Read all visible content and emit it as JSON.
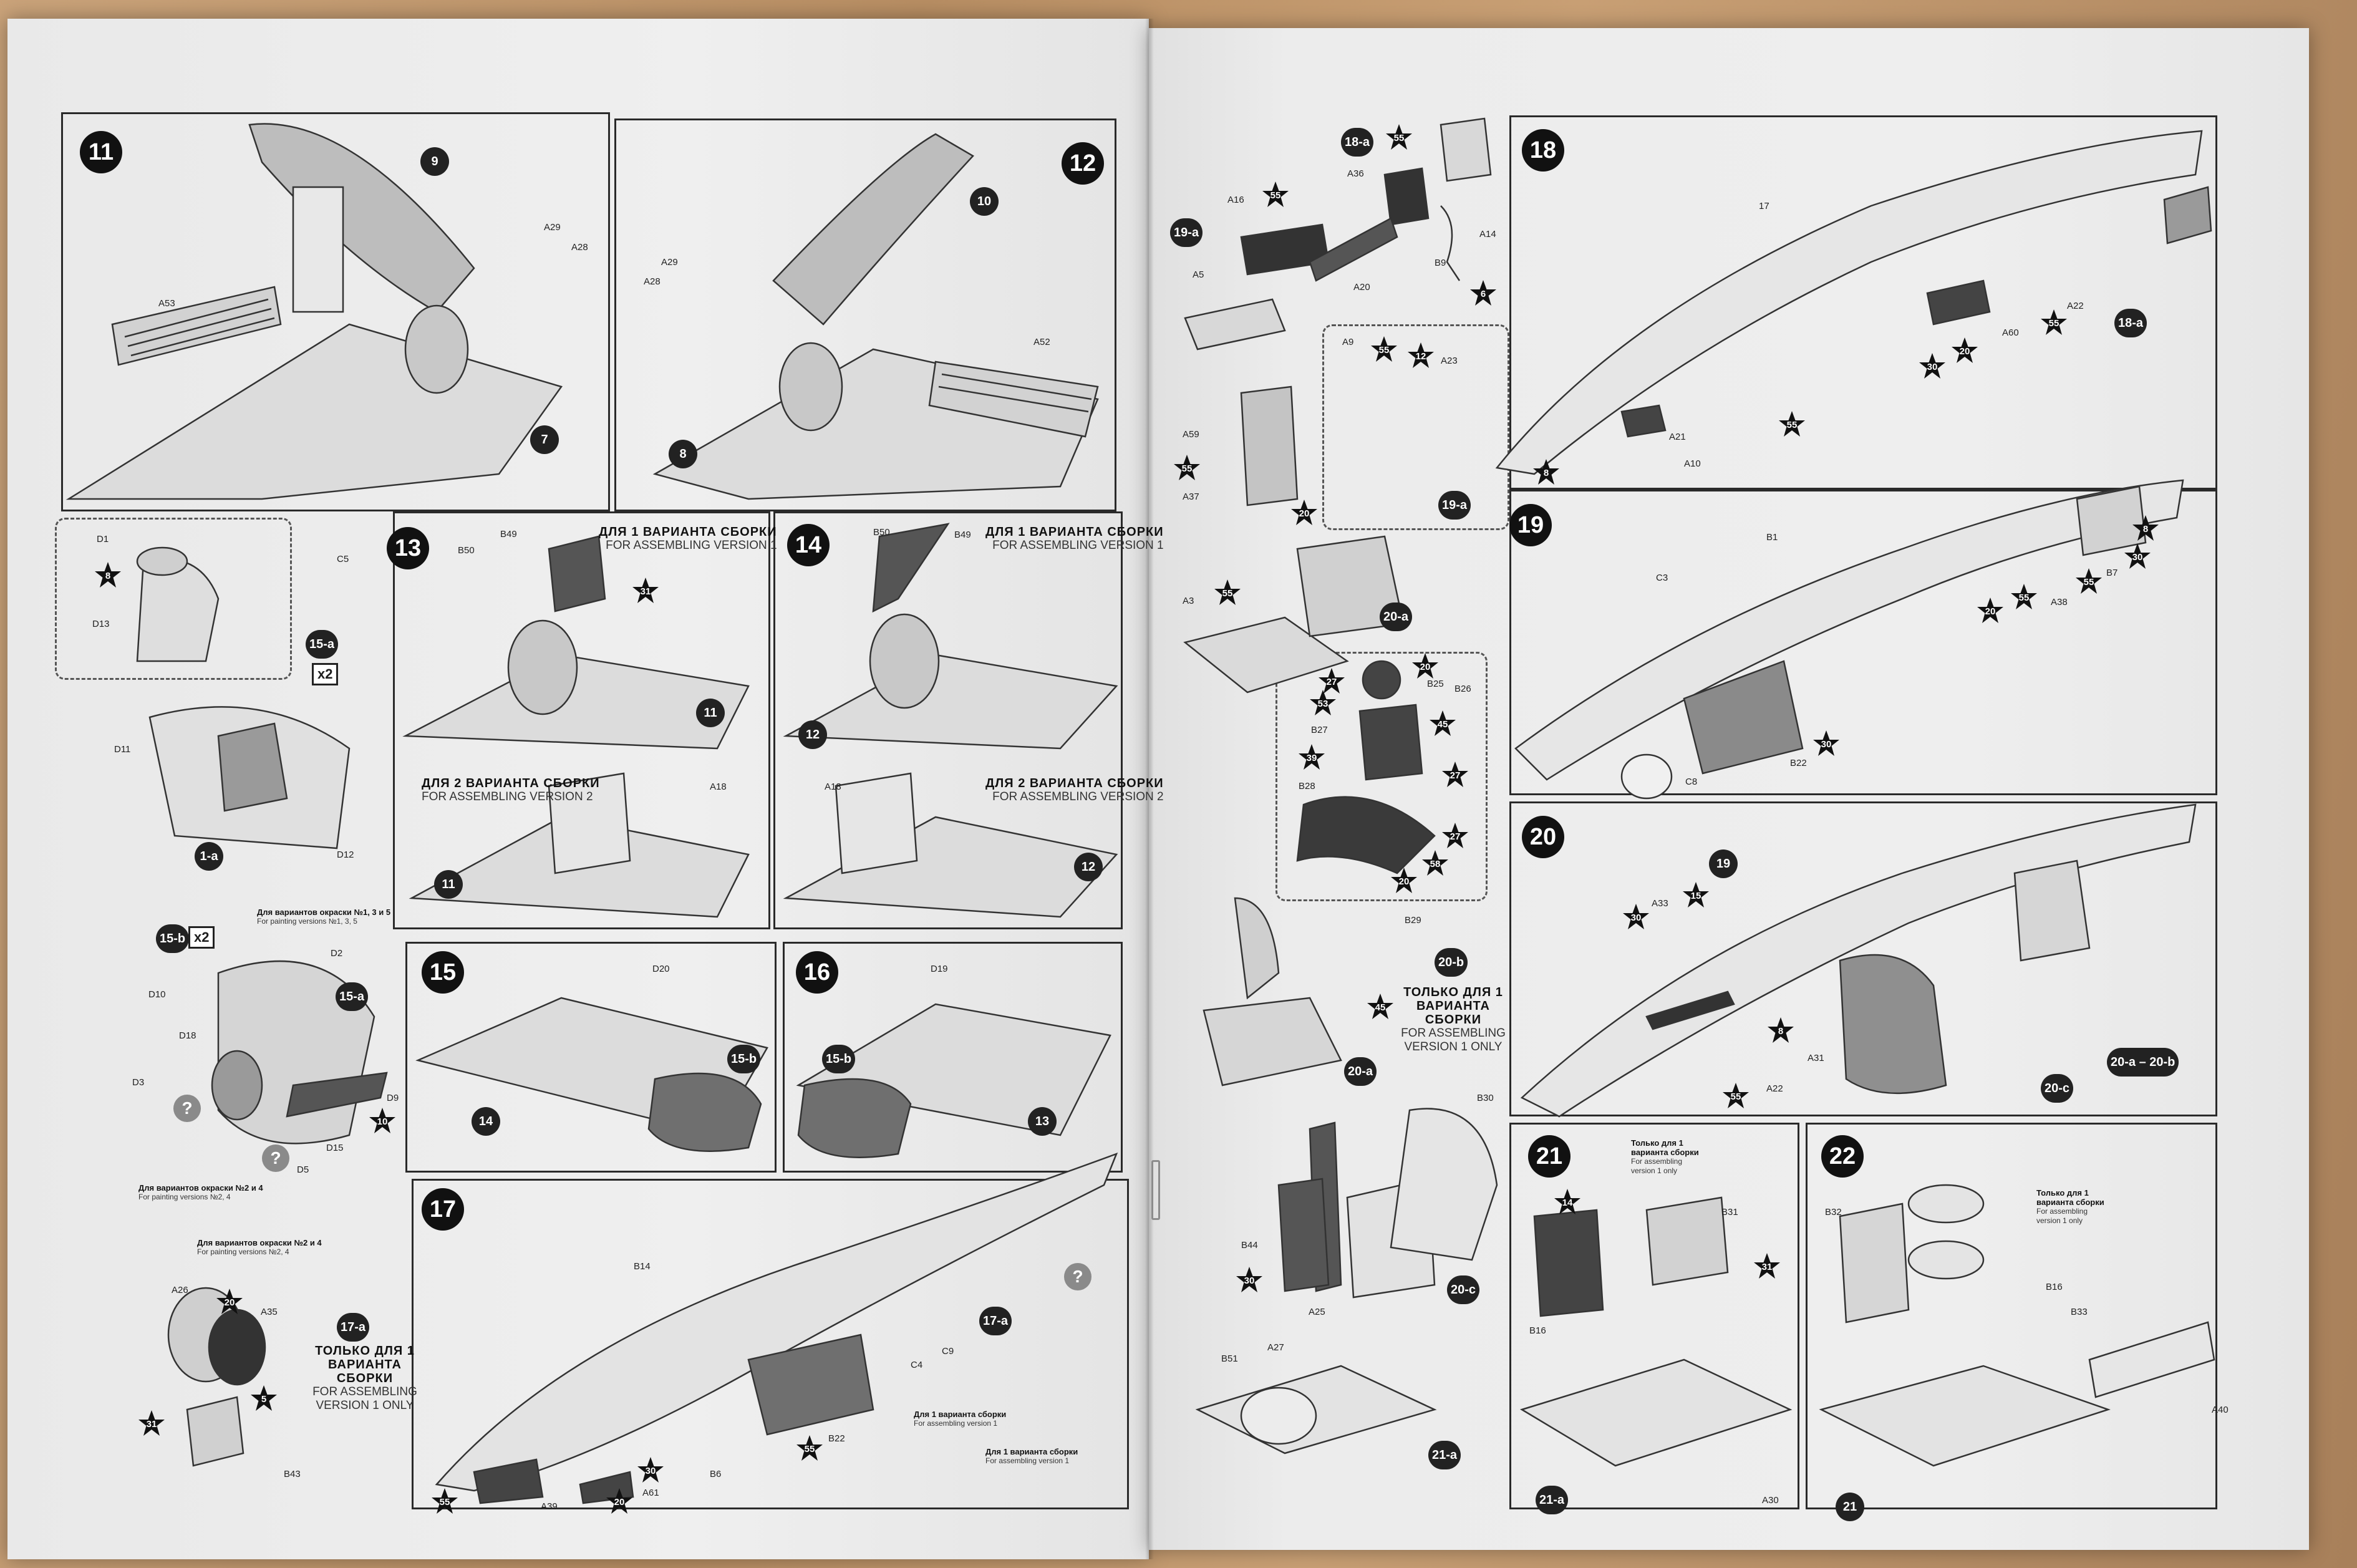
{
  "steps": {
    "s11": {
      "number": "11"
    },
    "s12": {
      "number": "12"
    },
    "s13": {
      "number": "13"
    },
    "s14": {
      "number": "14"
    },
    "s15": {
      "number": "15"
    },
    "s16": {
      "number": "16"
    },
    "s17": {
      "number": "17"
    },
    "s18": {
      "number": "18"
    },
    "s19": {
      "number": "19"
    },
    "s20": {
      "number": "20"
    },
    "s21": {
      "number": "21"
    },
    "s22": {
      "number": "22"
    }
  },
  "subassemblies": {
    "sa_15a": "15-a",
    "sa_15b": "15-b",
    "sa_1a": "1-a",
    "sa_17a": "17-a",
    "sa_17a_ref": "17-a",
    "sa_15a_ref": "15-a",
    "sa_15b_ref1": "15-b",
    "sa_15b_ref2": "15-b",
    "sa_18a": "18-a",
    "sa_18a_ref": "18-a",
    "sa_19a": "19-a",
    "sa_19a_ref": "19-a",
    "sa_20a": "20-a",
    "sa_20a_ref": "20-a",
    "sa_20b": "20-b",
    "sa_20c": "20-c",
    "sa_20c_ref": "20-c",
    "sa_20a_20b": "20-a – 20-b",
    "sa_21a": "21-a",
    "sa_21a_ref": "21-a",
    "n9": "9",
    "n7": "7",
    "n10": "10",
    "n8": "8",
    "n11a": "11",
    "n11b": "11",
    "n12a": "12",
    "n12b": "12",
    "n14": "14",
    "n13": "13",
    "n19": "19",
    "n21": "21"
  },
  "quantities": {
    "q15a": "x2",
    "q15b": "x2"
  },
  "notes": {
    "v1_ru": "ДЛЯ 1 ВАРИАНТА СБОРКИ",
    "v1_en": "FOR ASSEMBLING VERSION 1",
    "v2_ru": "ДЛЯ 2 ВАРИАНТА СБОРКИ",
    "v2_en": "FOR ASSEMBLING VERSION 2",
    "only_v1_ru": "ТОЛЬКО ДЛЯ 1 ВАРИАНТА СБОРКИ",
    "only_v1_en": "FOR ASSEMBLING VERSION 1 ONLY",
    "paint135_ru": "Для вариантов окраски №1, 3 и 5",
    "paint135_en": "For painting versions №1, 3, 5",
    "paint24_ru": "Для вариантов окраски №2 и 4",
    "paint24_en": "For painting versions №2, 4",
    "v1_small_ru": "Для 1 варианта сборки",
    "v1_small_en": "For assembling version 1",
    "only_v1_small_ru": "Только для 1 варианта сборки",
    "only_v1_small_en": "For assembling version 1 only"
  },
  "parts": {
    "p_a53": "A53",
    "p_a29a": "A29",
    "p_a28a": "A28",
    "p_a29b": "A29",
    "p_a28b": "A28",
    "p_a52": "A52",
    "p_c5": "C5",
    "p_d1": "D1",
    "p_d13": "D13",
    "p_d11": "D11",
    "p_d12": "D12",
    "p_b49a": "B49",
    "p_b50a": "B50",
    "p_b50b": "B50",
    "p_b49b": "B49",
    "p_a18a": "A18",
    "p_a18b": "A18",
    "p_d2": "D2",
    "p_d10": "D10",
    "p_d18": "D18",
    "p_d3": "D3",
    "p_d9": "D9",
    "p_d5": "D5",
    "p_d15": "D15",
    "p_d20": "D20",
    "p_d19": "D19",
    "p_a26": "A26",
    "p_a35": "A35",
    "p_b43": "B43",
    "p_b14": "B14",
    "p_c9": "C9",
    "p_c4": "C4",
    "p_b22a": "B22",
    "p_a39": "A39",
    "p_a61": "A61",
    "p_b6": "B6",
    "p_a36": "A36",
    "p_a14": "A14",
    "p_b9": "B9",
    "p_a16": "A16",
    "p_a5": "A5",
    "p_a20": "A20",
    "p_a9": "A9",
    "p_a23": "A23",
    "p_a59": "A59",
    "p_a37": "A37",
    "p_a3": "A3",
    "p_b25": "B25",
    "p_b26": "B26",
    "p_b27": "B27",
    "p_b28": "B28",
    "p_b29": "B29",
    "p_b30": "B30",
    "p_b44": "B44",
    "p_a25": "A25",
    "p_b51": "B51",
    "p_a27": "A27",
    "p_17": "17",
    "p_a22a": "A22",
    "p_a60": "A60",
    "p_a21": "A21",
    "p_a10": "A10",
    "p_b1": "B1",
    "p_c3": "C3",
    "p_b7": "B7",
    "p_a38": "A38",
    "p_c8": "C8",
    "p_b22b": "B22",
    "p_a33": "A33",
    "p_a31": "A31",
    "p_a22b": "A22",
    "p_b31": "B31",
    "p_b16a": "B16",
    "p_a30": "A30",
    "p_b32": "B32",
    "p_b16b": "B16",
    "p_b33": "B33",
    "p_a40": "A40"
  },
  "colors": {
    "st_8a": "8",
    "st_55a": "55",
    "st_31a": "31",
    "st_10a": "10",
    "st_20a": "20",
    "st_5a": "5",
    "st_31b": "31",
    "st_55b": "55",
    "st_20b": "20",
    "st_30a": "30",
    "st_55c": "55",
    "st_55d": "55",
    "st_6a": "6",
    "st_55e": "55",
    "st_12a": "12",
    "st_55f": "55",
    "st_20c": "20",
    "st_55g": "55",
    "st_20d": "20",
    "st_27a": "27",
    "st_53a": "53",
    "st_45a": "45",
    "st_39a": "39",
    "st_27b": "27",
    "st_20e": "20",
    "st_58a": "58",
    "st_27c": "27",
    "st_45b": "45",
    "st_30b": "30",
    "st_55h": "55",
    "st_30c": "30",
    "st_20f": "20",
    "st_55i": "55",
    "st_8b": "8",
    "st_8c": "8",
    "st_30d": "30",
    "st_20g": "20",
    "st_55j": "55",
    "st_55k": "55",
    "st_30e": "30",
    "st_30f": "30",
    "st_15a": "15",
    "st_8d": "8",
    "st_55l": "55",
    "st_14a": "14",
    "st_31c": "31"
  },
  "misc": {
    "question": "?"
  }
}
